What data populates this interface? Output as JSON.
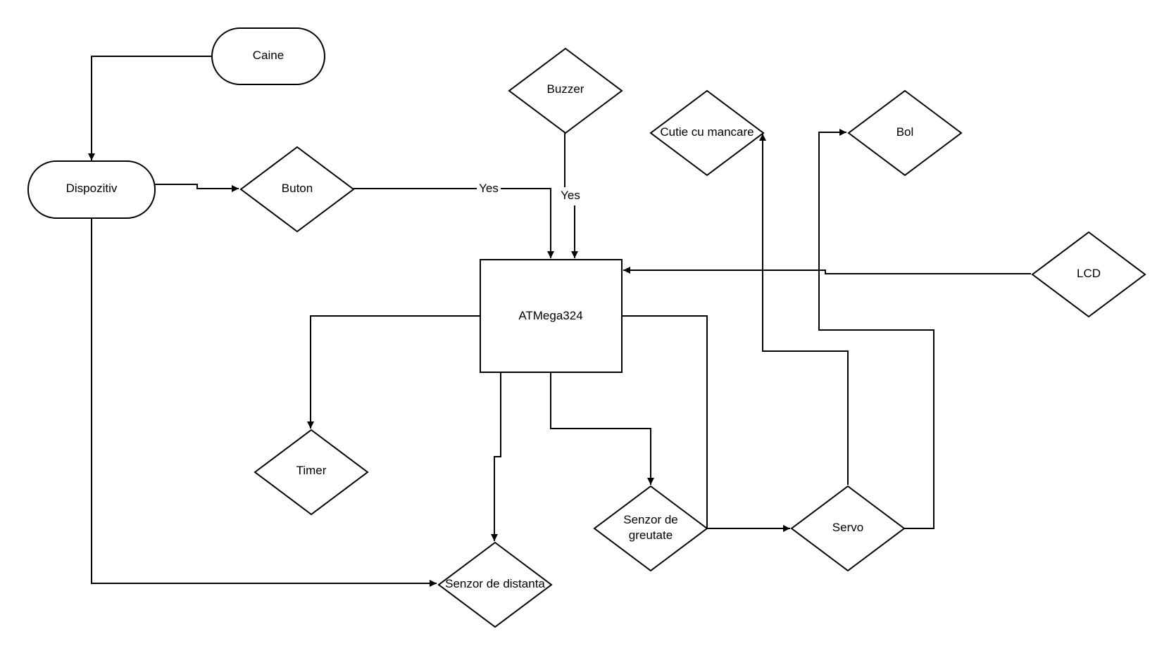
{
  "diagram": {
    "nodes": {
      "caine": "Caine",
      "dispozitiv": "Dispozitiv",
      "buton": "Buton",
      "buzzer": "Buzzer",
      "cutie": "Cutie cu mancare",
      "bol": "Bol",
      "lcd": "LCD",
      "atmega": "ATMega324",
      "timer": "Timer",
      "senzor_distanta": "Senzor de distanta",
      "senzor_greutate_line1": "Senzor de",
      "senzor_greutate_line2": "greutate",
      "servo": "Servo"
    },
    "edge_labels": {
      "buton_to_atmega": "Yes",
      "buzzer_to_atmega": "Yes"
    },
    "edges": [
      {
        "from": "Caine",
        "to": "Dispozitiv"
      },
      {
        "from": "Dispozitiv",
        "to": "Buton"
      },
      {
        "from": "Dispozitiv",
        "to": "Senzor de distanta"
      },
      {
        "from": "Buton",
        "to": "ATMega324",
        "label": "Yes"
      },
      {
        "from": "Buzzer",
        "to": "ATMega324",
        "label": "Yes"
      },
      {
        "from": "LCD",
        "to": "ATMega324"
      },
      {
        "from": "ATMega324",
        "to": "Timer"
      },
      {
        "from": "ATMega324",
        "to": "Senzor de distanta"
      },
      {
        "from": "ATMega324",
        "to": "Senzor de greutate"
      },
      {
        "from": "ATMega324",
        "to": "Servo"
      },
      {
        "from": "Servo",
        "to": "Cutie cu mancare"
      },
      {
        "from": "Servo",
        "to": "Bol"
      }
    ]
  }
}
